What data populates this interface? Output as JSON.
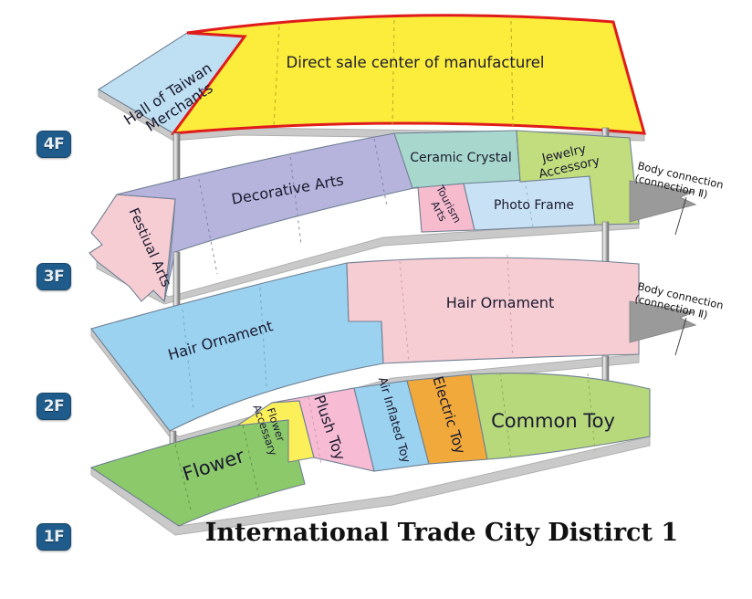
{
  "title": "International  Trade City Distirct 1",
  "floors": [
    {
      "id": "4F",
      "label": "4F"
    },
    {
      "id": "3F",
      "label": "3F"
    },
    {
      "id": "2F",
      "label": "2F"
    },
    {
      "id": "1F",
      "label": "1F"
    }
  ],
  "zones": {
    "f4": [
      {
        "name": "hall-of-taiwan-merchants",
        "line1": "Hall of Taiwan",
        "line2": "Merchants",
        "color": "#bfdff2"
      },
      {
        "name": "direct-sale-center",
        "line1": "Direct sale center of manufacturel",
        "color": "#fced3c"
      }
    ],
    "f3": [
      {
        "name": "festiual-arts",
        "line1": "Festiual Arts",
        "color": "#f7cdd4"
      },
      {
        "name": "decorative-arts",
        "line1": "Decorative Arts",
        "color": "#b6b4dc"
      },
      {
        "name": "ceramic-crystal",
        "line1": "Ceramic Crystal",
        "color": "#a8d8cd"
      },
      {
        "name": "tourism-arts",
        "line1": "Tourism",
        "line2": "Arts",
        "color": "#f6bbcd"
      },
      {
        "name": "photo-frame",
        "line1": "Photo Frame",
        "color": "#c8e1f5"
      },
      {
        "name": "jewelry-accessory",
        "line1": "Jewelry",
        "line2": "Accessory",
        "color": "#c2dd7e"
      }
    ],
    "f2": [
      {
        "name": "hair-ornament-west",
        "line1": "Hair Ornament",
        "color": "#9bd2f0"
      },
      {
        "name": "hair-ornament-east",
        "line1": "Hair Ornament",
        "color": "#f7cdd4"
      }
    ],
    "f1": [
      {
        "name": "flower",
        "line1": "Flower",
        "color": "#8cc96b"
      },
      {
        "name": "flower-accessary",
        "line1": "Flower",
        "line2": "Accessary",
        "color": "#fcf05a"
      },
      {
        "name": "plush-toy",
        "line1": "Plush Toy",
        "color": "#f7bcd4"
      },
      {
        "name": "air-inflated-toy",
        "line1": "Air Inflated Toy",
        "color": "#9bd2f0"
      },
      {
        "name": "electric-toy",
        "line1": "Electric Toy",
        "color": "#f2a93b"
      },
      {
        "name": "common-toy",
        "line1": "Common Toy",
        "color": "#b7d97c"
      }
    ]
  },
  "annotations": [
    {
      "name": "body-connection-upper",
      "line1": "Body connection",
      "line2": "(connection Ⅱ)"
    },
    {
      "name": "body-connection-lower",
      "line1": "Body connection",
      "line2": "(connection Ⅱ)"
    }
  ],
  "colors": {
    "badge_bg": "#1f5c8b",
    "badge_text": "#e8eef2",
    "highlight_outline": "#e01b1b",
    "connector_gray": "#9a9a9a",
    "slab_edge": "#c6c6c6"
  }
}
